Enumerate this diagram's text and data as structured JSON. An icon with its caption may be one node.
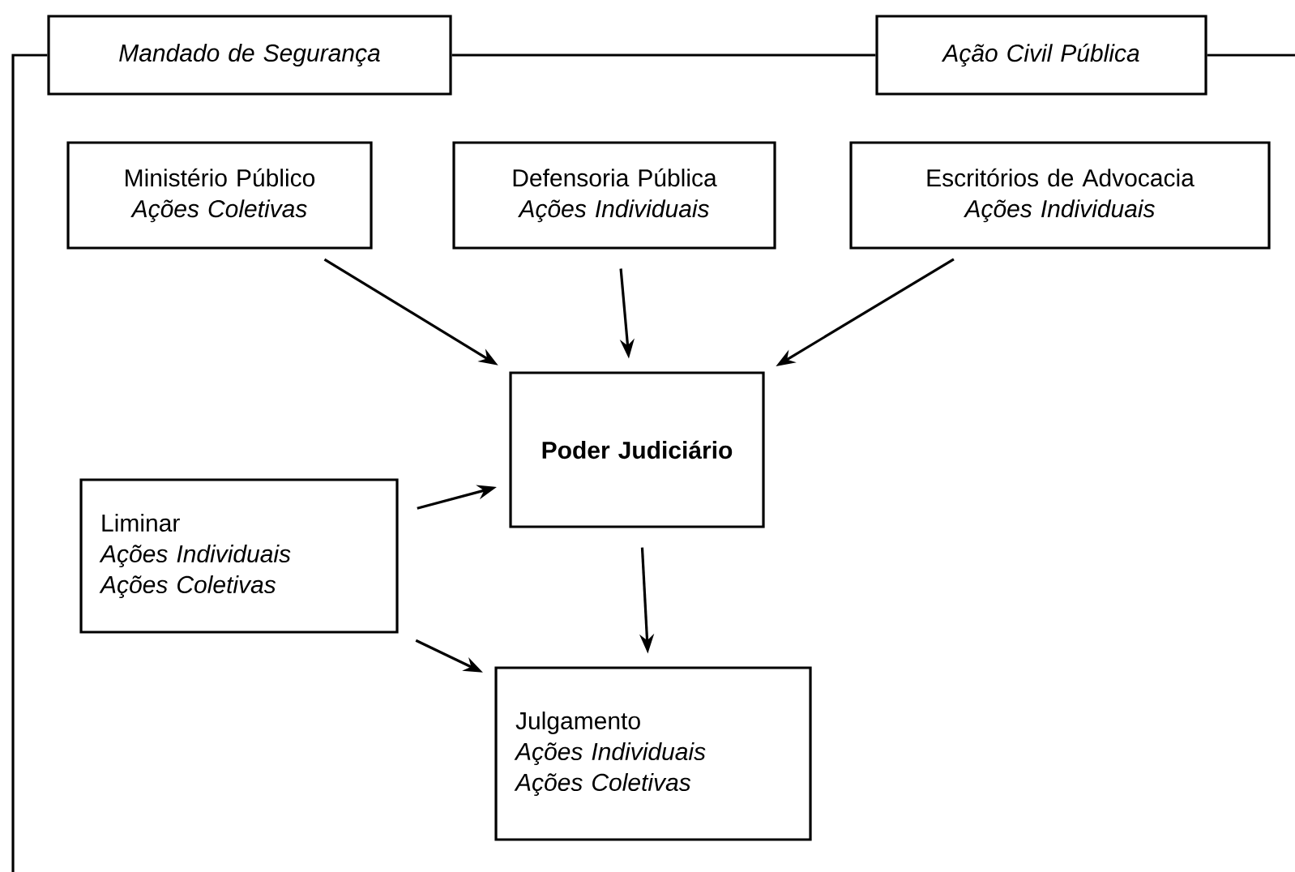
{
  "diagram": {
    "nodes": [
      {
        "text": [
          "Mandado de Segurança"
        ]
      },
      {
        "text": [
          "Ação Civil Pública"
        ]
      },
      {
        "text": [
          "Ministério Público",
          "Ações Coletivas"
        ]
      },
      {
        "text": [
          "Defensoria Pública",
          "Ações Individuais"
        ]
      },
      {
        "text": [
          "Escritórios de Advocacia",
          "Ações Individuais"
        ]
      },
      {
        "text": [
          "Poder Judiciário"
        ]
      },
      {
        "text": [
          "Liminar",
          "Ações Individuais",
          "Ações Coletivas"
        ]
      },
      {
        "text": [
          "Julgamento",
          "Ações Individuais",
          "Ações Coletivas"
        ]
      }
    ],
    "edges": [
      {
        "from": 0,
        "to": 1,
        "arrow": "none"
      },
      {
        "from": 2,
        "to": 5,
        "arrow": "to"
      },
      {
        "from": 3,
        "to": 5,
        "arrow": "to"
      },
      {
        "from": 4,
        "to": 5,
        "arrow": "to"
      },
      {
        "from": 6,
        "to": 5,
        "arrow": "to"
      },
      {
        "from": 5,
        "to": 7,
        "arrow": "to"
      },
      {
        "from": 6,
        "to": 7,
        "arrow": "to"
      }
    ]
  }
}
